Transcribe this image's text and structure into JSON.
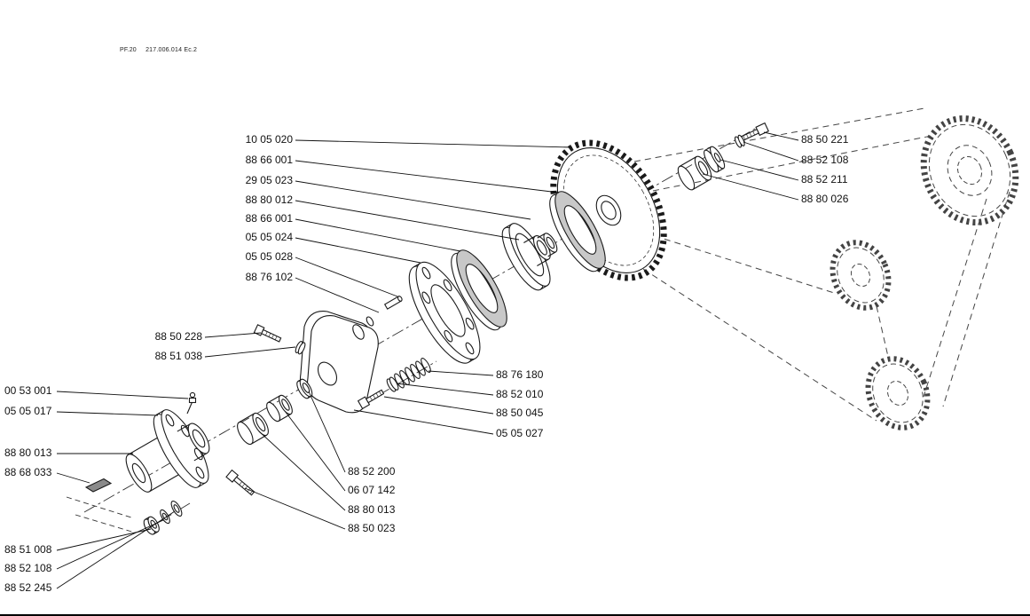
{
  "page": {
    "title_code": "PF.20",
    "title_doc": "217.006.014 Ec.2"
  },
  "colors": {
    "line": "#1a1a1a",
    "hatch_fill": "#c8c8c8",
    "background": "#ffffff"
  },
  "labels": [
    {
      "text": "10 05 020"
    },
    {
      "text": "88 66 001"
    },
    {
      "text": "29 05 023"
    },
    {
      "text": "88 80 012"
    },
    {
      "text": "88 66 001"
    },
    {
      "text": "05 05 024"
    },
    {
      "text": "05 05 028"
    },
    {
      "text": "88 76 102"
    },
    {
      "text": "88 50 228"
    },
    {
      "text": "88 51 038"
    },
    {
      "text": "00 53 001"
    },
    {
      "text": "05 05 017"
    },
    {
      "text": "88 80 013"
    },
    {
      "text": "88 68 033"
    },
    {
      "text": "88 51 008"
    },
    {
      "text": "88 52 108"
    },
    {
      "text": "88 52 245"
    },
    {
      "text": "88 50 221"
    },
    {
      "text": "88 52 108"
    },
    {
      "text": "88 52 211"
    },
    {
      "text": "88 80 026"
    },
    {
      "text": "88 76 180"
    },
    {
      "text": "88 52 010"
    },
    {
      "text": "88 50 045"
    },
    {
      "text": "05 05 027"
    },
    {
      "text": "88 52 200"
    },
    {
      "text": "06 07 142"
    },
    {
      "text": "88 80 013"
    },
    {
      "text": "88 50 023"
    }
  ]
}
